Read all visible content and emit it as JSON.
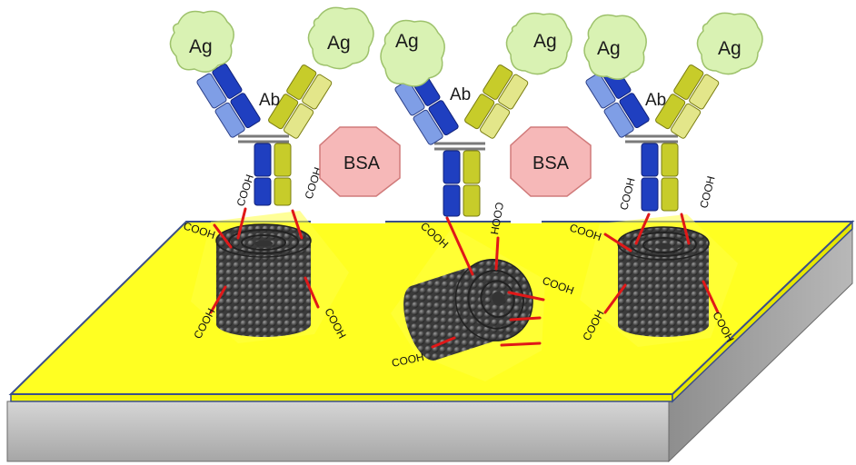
{
  "labels": {
    "antigen": "Ag",
    "antibody": "Ab",
    "blocker": "BSA",
    "carboxyl": "COOH"
  },
  "colors": {
    "substrate_top": "#ffff22",
    "substrate_side": "#b4b4b4",
    "antigen_fill": "#d9f2b3",
    "heavy_chain_blue": "#1f3fc0",
    "light_chain_blue": "#7f9ee6",
    "heavy_chain_yellow": "#c7cc2a",
    "light_chain_yellow": "#e3e68a",
    "bsa_fill": "#f6b8b8",
    "linker_red": "#e01818",
    "nanotube": "#4a4a4a"
  }
}
